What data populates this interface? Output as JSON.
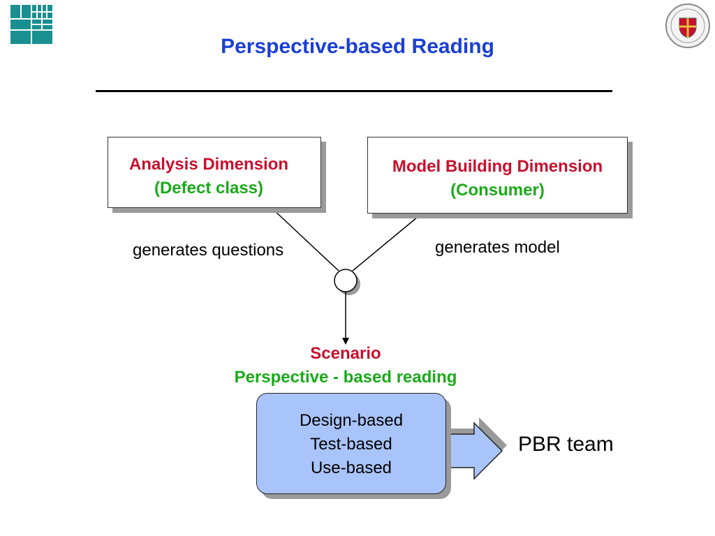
{
  "title": "Perspective-based Reading",
  "analysis_box": {
    "line1": "Analysis Dimension",
    "line2": "(Defect class)"
  },
  "model_box": {
    "line1": "Model Building Dimension",
    "line2": "(Consumer)"
  },
  "labels": {
    "left": "generates questions",
    "right": "generates model"
  },
  "scenario": {
    "line1": "Scenario",
    "line2": "Perspective - based reading"
  },
  "result_box": {
    "items": [
      "Design-based",
      "Test-based",
      "Use-based"
    ]
  },
  "output_label": "PBR team",
  "colors": {
    "title": "#1a3fd6",
    "red": "#c8102e",
    "green": "#1aaa1a",
    "result_fill": "#a9c4fb",
    "logo_teal": "#1a8f8f"
  }
}
